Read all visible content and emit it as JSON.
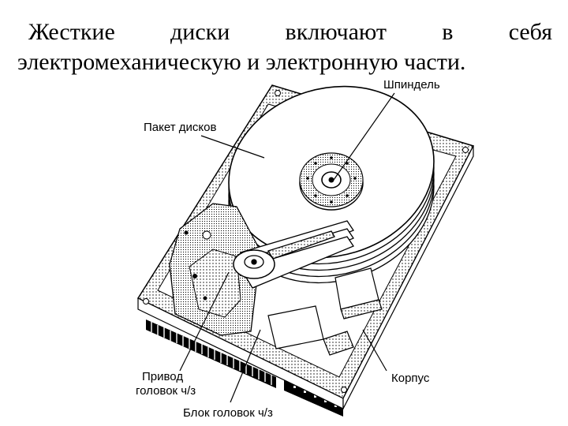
{
  "heading": {
    "words_line1": [
      "Жесткие",
      "диски",
      "включают",
      "в",
      "себя"
    ],
    "line2": "электромеханическую и электронную части."
  },
  "labels": {
    "spindle": "Шпиндель",
    "disk_pack": "Пакет дисков",
    "actuator_line1": "Привод",
    "actuator_line2": "головок ч/з",
    "head_block": "Блок головок ч/з",
    "case": "Корпус"
  }
}
